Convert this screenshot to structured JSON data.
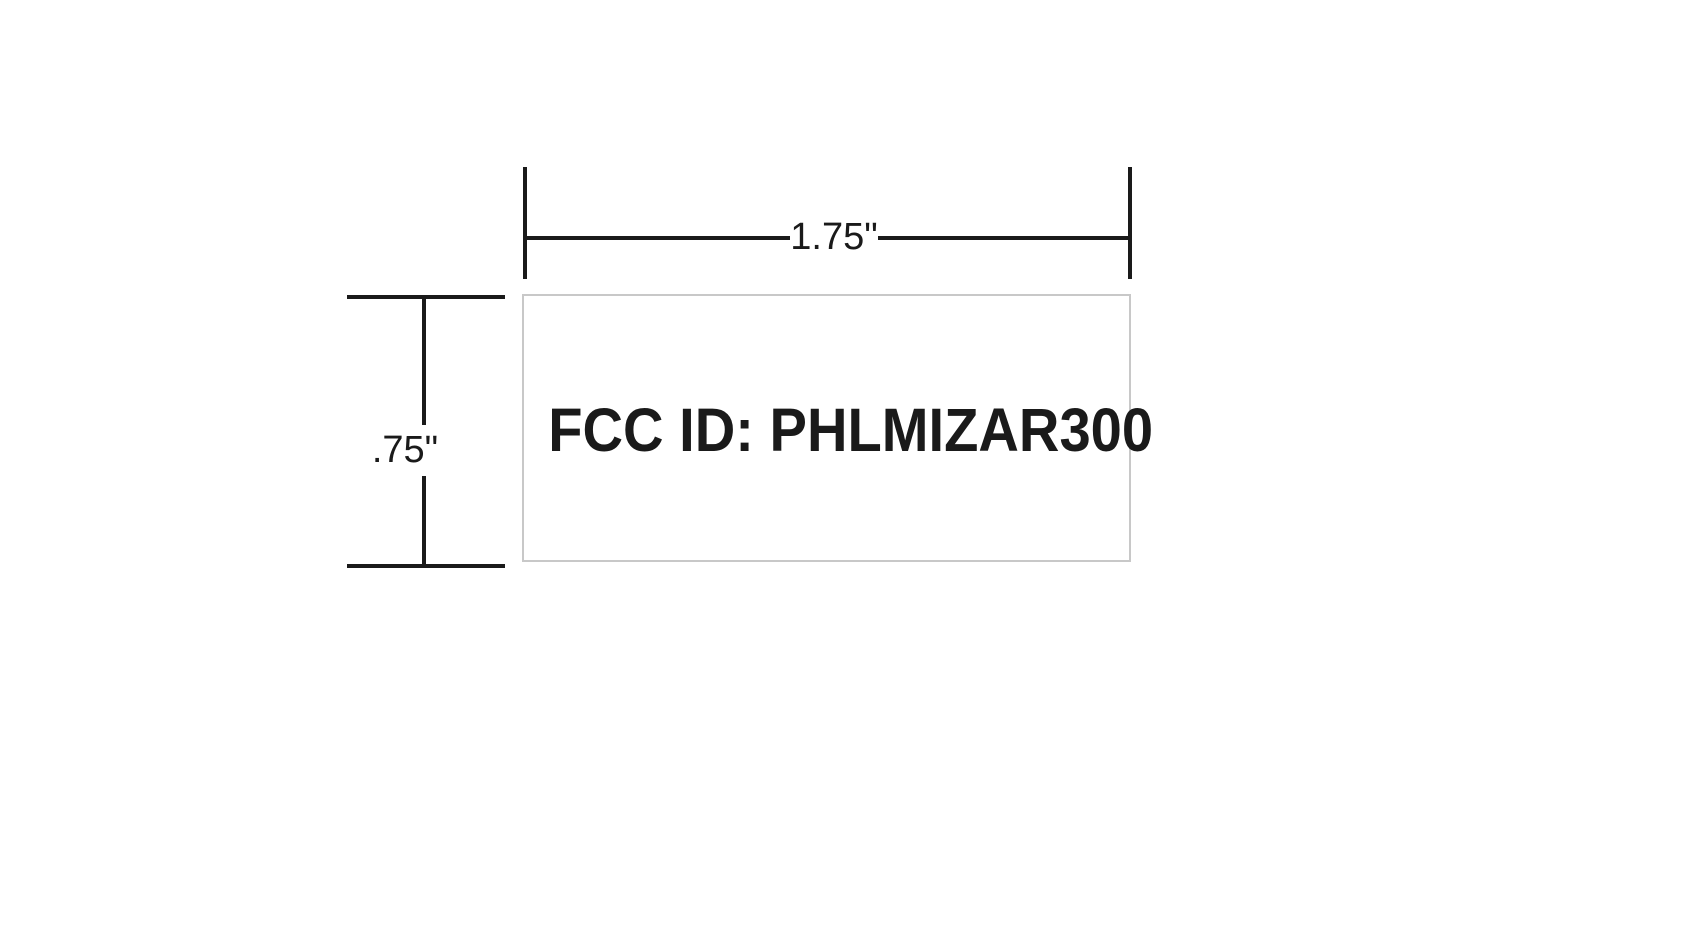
{
  "dimensions": {
    "width_label": "1.75\"",
    "height_label": ".75\""
  },
  "label": {
    "text": "FCC ID: PHLMIZAR300"
  },
  "colors": {
    "ink": "#1a1a1a",
    "box_border": "#c8c8c8",
    "background": "#ffffff"
  }
}
